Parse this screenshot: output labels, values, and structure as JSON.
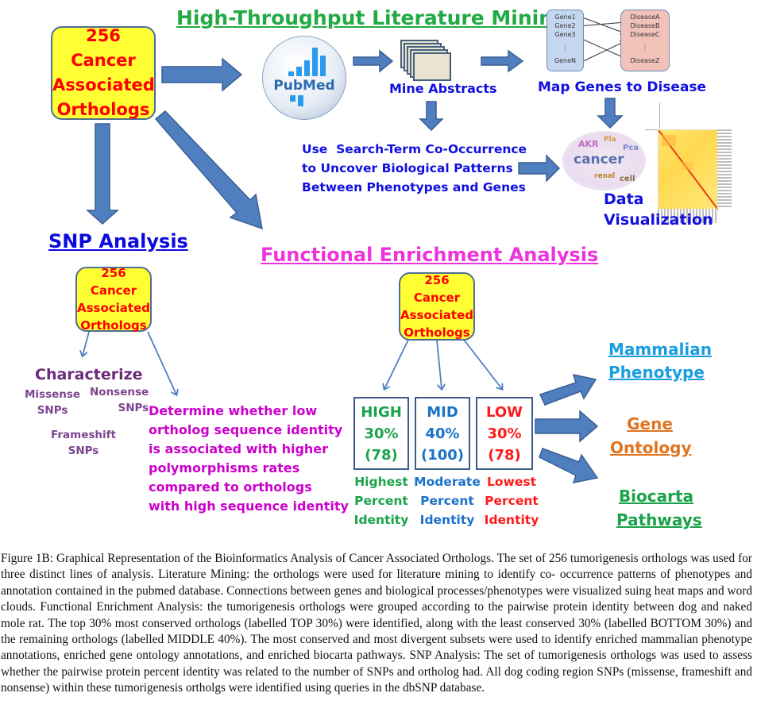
{
  "literature_mining": {
    "title": "High-Throughput Literature Mining",
    "title_color": "#22aa44",
    "pubmed_label": "PubMed",
    "mine_abstracts": "Mine Abstracts",
    "map_genes": "Map Genes to Disease",
    "genes": [
      "Gene1",
      "Gene2",
      "Gene3",
      "⋮",
      "GeneN"
    ],
    "diseases": [
      "DiseaseA",
      "DiseaseB",
      "DiseaseC",
      "⋮",
      "DiseaseZ"
    ],
    "cooccurrence_lines": [
      "Use  Search-Term Co-Occurrence",
      "to Uncover Biological Patterns",
      "Between Phenotypes and Genes"
    ],
    "data_vis_lines": [
      "Data",
      "Visualization"
    ],
    "word_cloud_words": [
      "cancer",
      "AKR",
      "Pla",
      "cell",
      "Pca",
      "renal"
    ]
  },
  "source_box": {
    "lines": [
      "256 Cancer",
      "Associated",
      "Orthologs"
    ]
  },
  "snp": {
    "title": "SNP Analysis",
    "title_color": "#0a0adf",
    "box_lines": [
      "256 Cancer",
      "Associated",
      "Orthologs"
    ],
    "characterize": "Characterize",
    "missense": [
      "Missense",
      "SNPs"
    ],
    "nonsense": [
      "Nonsense",
      "SNPs"
    ],
    "frameshift": [
      "Frameshift",
      "SNPs"
    ],
    "determine_lines": [
      "Determine whether low",
      "ortholog sequence identity",
      "is associated with higher",
      "polymorphisms rates",
      "compared to orthologs",
      "with high sequence identity"
    ]
  },
  "functional": {
    "title": "Functional Enrichment Analysis",
    "title_color": "#ee33dd",
    "box_lines": [
      "256 Cancer",
      "Associated",
      "Orthologs"
    ],
    "groups": [
      {
        "name": "HIGH",
        "percent": "30%",
        "count": "(78)",
        "desc": [
          "Highest",
          "Percent",
          "Identity"
        ],
        "color": "#1aa34a"
      },
      {
        "name": "MID",
        "percent": "40%",
        "count": "(100)",
        "desc": [
          "Moderate",
          "Percent",
          "Identity"
        ],
        "color": "#1a73c9"
      },
      {
        "name": "LOW",
        "percent": "30%",
        "count": "(78)",
        "desc": [
          "Lowest",
          "Percent",
          "Identity"
        ],
        "color": "#ff1a1a"
      }
    ],
    "outputs": [
      {
        "lines": [
          "Mammalian",
          "Phenotype"
        ],
        "color": "#1a9ee0"
      },
      {
        "lines": [
          "Gene",
          "Ontology"
        ],
        "color": "#e07420"
      },
      {
        "lines": [
          "Biocarta",
          "Pathways"
        ],
        "color": "#1aa34a"
      }
    ]
  },
  "caption": {
    "label": "Figure 1B:",
    "text": "Graphical Representation of the Bioinformatics Analysis of Cancer Associated Orthologs. The set of 256 tumorigenesis orthologs was used for three distinct lines of analysis. Literature Mining: the orthologs were used for literature mining to identify co- occurrence patterns of phenotypes and annotation contained in the pubmed database. Connections between genes and biological processes/phenotypes were visualized suing heat maps and word clouds. Functional Enrichment Analysis: the tumorigenesis orthologs were grouped according to the pairwise protein identity between dog and naked mole rat. The top 30% most conserved orthologs (labelled TOP 30%) were identified, along with the least conserved 30% (labelled BOTTOM 30%) and the remaining orthologs (labelled MIDDLE 40%). The most conserved and most divergent subsets were used to identify enriched mammalian phenotype annotations, enriched gene ontology annotations, and enriched biocarta pathways. SNP Analysis: The set of tumorigenesis orthologs was used to assess whether the pairwise protein percent identity was related to the number of SNPs and ortholog had. All dog coding region SNPs (missense, frameshift and nonsense) within these tumorigenesis ortholgs were identified using queries in the dbSNP database."
  },
  "colors": {
    "arrow_fill": "#4f7fbf",
    "arrow_stroke": "#3a5f94",
    "box_fill": "#ffff33",
    "box_text": "#ff0000"
  }
}
